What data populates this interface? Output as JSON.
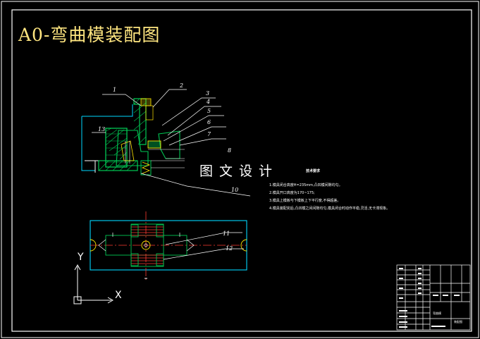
{
  "drawing": {
    "title": "A0-弯曲模装配图",
    "watermark": "图文设计",
    "notes_heading": "技术要求",
    "notes": [
      "1.模具闭合高度H=235mm,凸凹模间隙均匀。",
      "2.模具开口高度为170~175;",
      "3.模具上模板与下模板上下平行度,不得超差。",
      "4.模具装配完后,凸凹模之间间隙均匀,模具闭合时动作平稳,灵活,无卡滞现象。"
    ],
    "part_balloons": [
      "1",
      "2",
      "3",
      "4",
      "5",
      "6",
      "7",
      "8",
      "10",
      "11",
      "12",
      "13"
    ],
    "ucs": {
      "y_label": "Y",
      "x_label": "X"
    },
    "title_block": {
      "name": "弯曲模",
      "sheet": "装配图"
    }
  },
  "colors": {
    "background": "#000000",
    "frame": "#ffffff",
    "title": "#ffe680",
    "outline_cyan": "#00d7ff",
    "part_green": "#00c853",
    "spring_red": "#ff3b30",
    "center_red": "#ff3b30",
    "detail_yellow": "#ffe600"
  }
}
